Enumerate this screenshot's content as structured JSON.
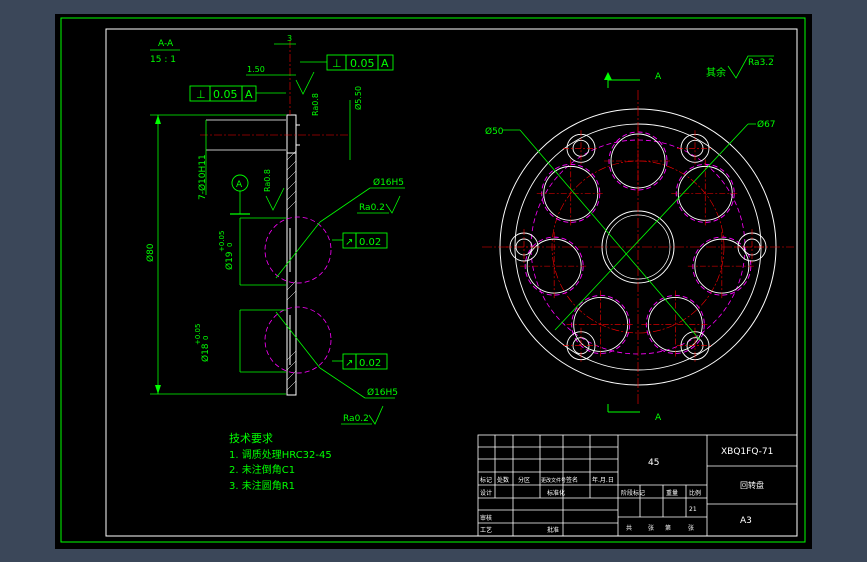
{
  "section_view": {
    "view_label": "A-A",
    "scale": "15 : 1",
    "dim_thickness": "3",
    "dim_offset": "1.50",
    "tolerance_top": {
      "symbol": "⊥",
      "value": "0.05",
      "datum": "A"
    },
    "tolerance_left": {
      "symbol": "⊥",
      "value": "0.05",
      "datum": "A"
    },
    "dim_small_dia": "Ø5.50",
    "roughness_top": "Ra0.8",
    "roughness_mid": "Ra0.8",
    "datum_label": "A",
    "hole_callout": "7-Ø10H11",
    "dim_height": "Ø80",
    "dim_bore_upper": "Ø19",
    "dim_bore_upper_tol": "+0.05",
    "dim_bore_upper_tol_lower": "0",
    "dim_bore_lower": "Ø18",
    "dim_bore_lower_tol": "+0.05",
    "dim_bore_lower_tol_lower": "0",
    "sphere_upper": "Ø16H5",
    "sphere_lower": "Ø16H5",
    "roughness_upper": "Ra0.2",
    "roughness_lower": "Ra0.2",
    "runout_upper": {
      "symbol": "↗",
      "value": "0.02"
    },
    "runout_lower": {
      "symbol": "↗",
      "value": "0.02"
    }
  },
  "plan_view": {
    "section_mark_top": "A",
    "section_mark_bottom": "A",
    "dim_pcd": "Ø50",
    "dim_outer": "Ø67",
    "other_roughness_label": "其余",
    "other_roughness": "Ra3.2"
  },
  "tech_requirements": {
    "title": "技术要求",
    "items": [
      "1. 调质处理HRC32-45",
      "2. 未注倒角C1",
      "3. 未注圆角R1"
    ]
  },
  "title_block": {
    "material": "45",
    "drawing_number": "XBQ1FQ-71",
    "part_name": "回转盘",
    "sheet_size": "A3",
    "quantity": "21",
    "header_row": [
      "标记",
      "处数",
      "分区",
      "更改文件号",
      "签名",
      "年.月.日"
    ],
    "row_design": "设计",
    "row_standard": "标准化",
    "row_review": "审核",
    "row_process": "工艺",
    "row_approve": "批准",
    "stage_labels": [
      "阶段标记",
      "重量",
      "比例"
    ],
    "sheet_labels": [
      "共",
      "张",
      "第",
      "张"
    ]
  },
  "colors": {
    "background": "#000000",
    "window_bg": "#3b4759",
    "frame": "#00ff00",
    "outline": "#ffffff",
    "centerline": "#ff0000",
    "hidden_circle": "#ff00ff",
    "dimension": "#00ff00"
  }
}
